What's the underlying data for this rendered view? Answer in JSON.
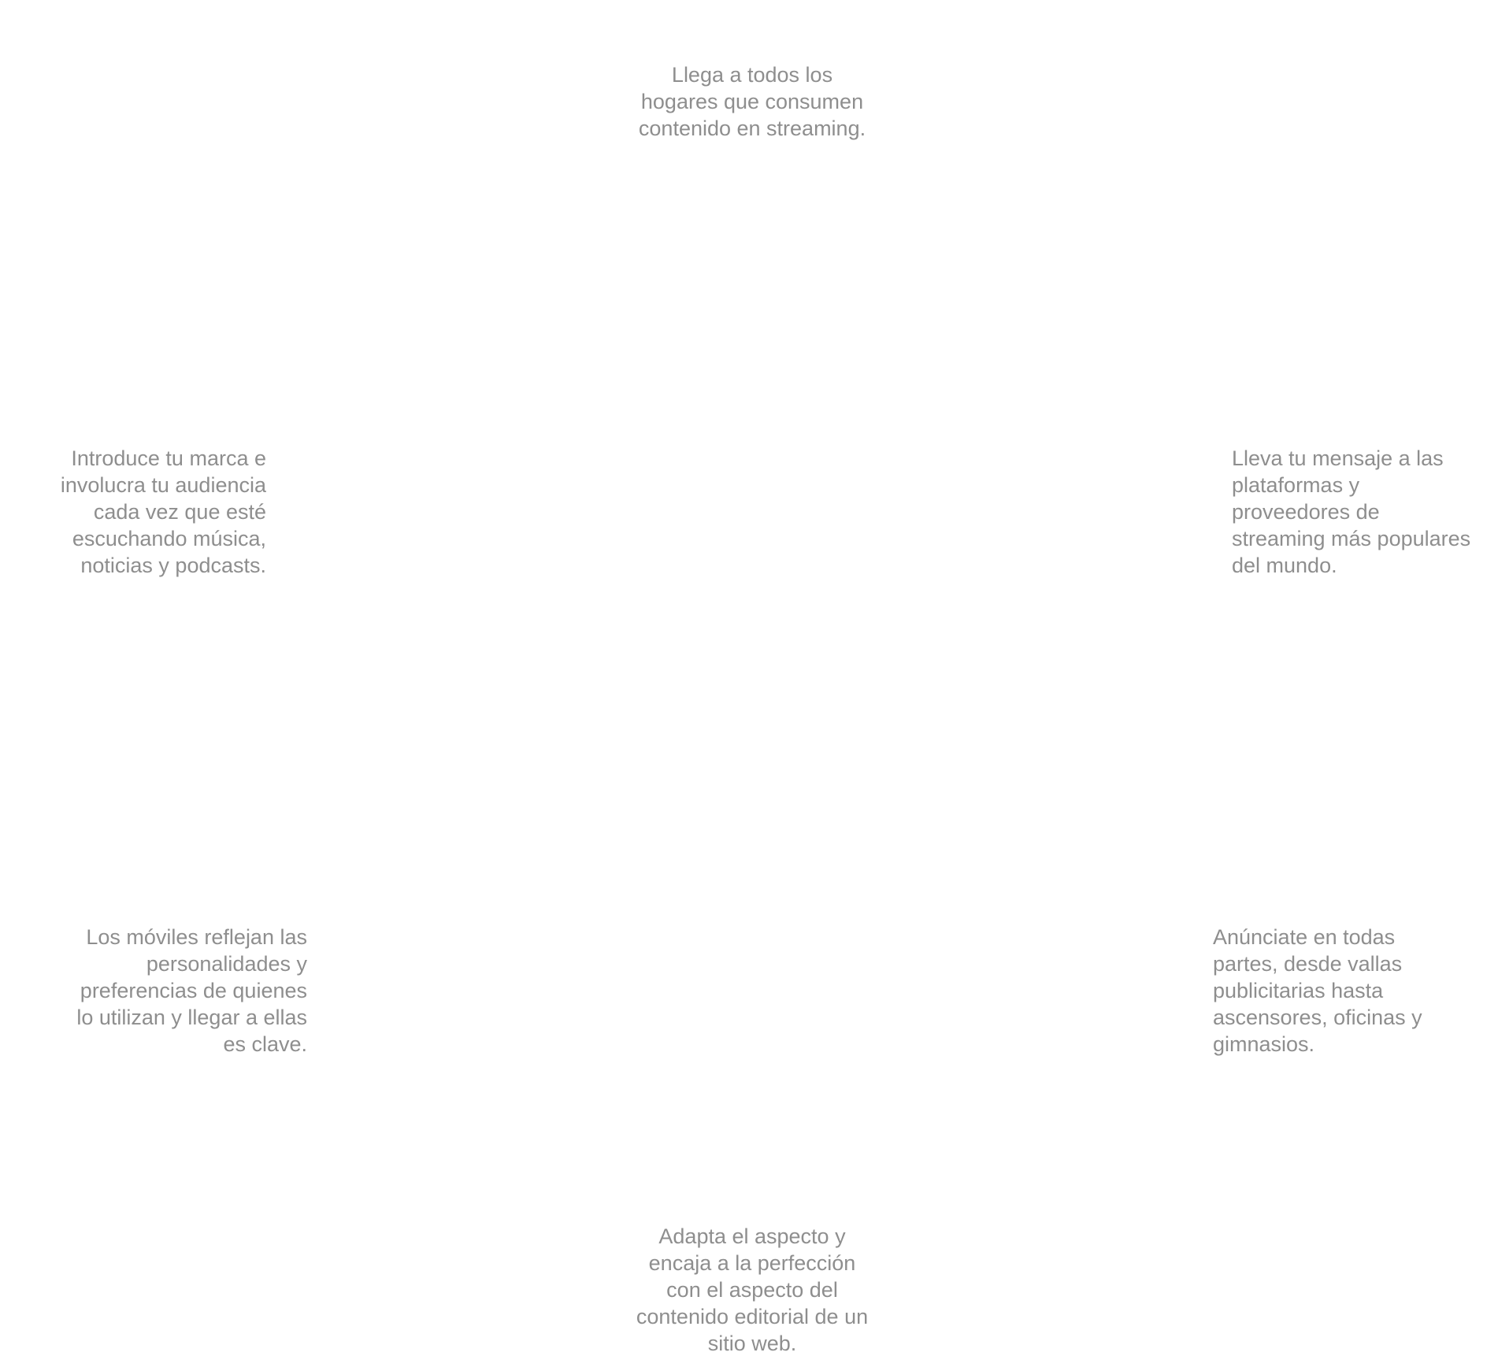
{
  "blurbs": {
    "top": "Llega a todos los\nhogares que consumen\ncontenido en streaming.",
    "left_mid": "Introduce tu marca e\ninvolucra tu audiencia\ncada vez que esté\nescuchando música,\nnoticias y podcasts.",
    "right_mid": "Lleva tu mensaje a las\nplataformas y\nproveedores de\nstreaming más populares\ndel mundo.",
    "left_low": "Los móviles reflejan las\npersonalidades y\npreferencias de quienes\nlo utilizan y llegar a ellas\nes clave.",
    "right_low": "Anúnciate en todas\npartes, desde vallas\npublicitarias hasta\nascensores, oficinas y\ngimnasios.",
    "bottom": "Adapta el aspecto y\nencaja a la perfección\ncon el aspecto del\ncontenido editorial de un\nsitio web."
  },
  "colors": {
    "text": "#8e8e8e",
    "background": "#ffffff"
  }
}
